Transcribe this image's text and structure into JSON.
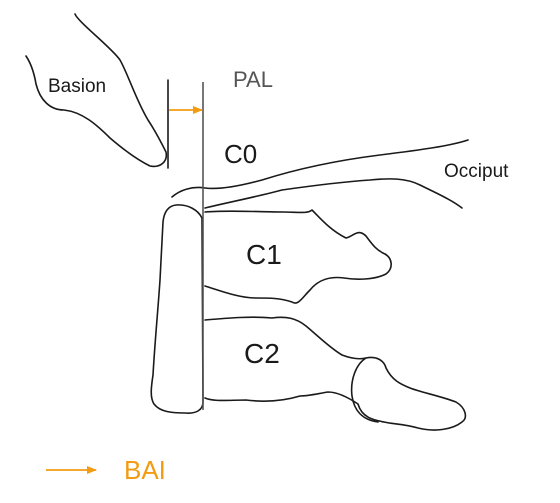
{
  "labels": {
    "basion": "Basion",
    "pal": "PAL",
    "c0": "C0",
    "occiput": "Occiput",
    "c1": "C1",
    "c2": "C2"
  },
  "legend": {
    "arrow_label": "BAI",
    "arrow_color": "#f39c12"
  },
  "colors": {
    "outline": "#1a1a1a",
    "pal_label": "#555555",
    "accent": "#f39c12"
  }
}
